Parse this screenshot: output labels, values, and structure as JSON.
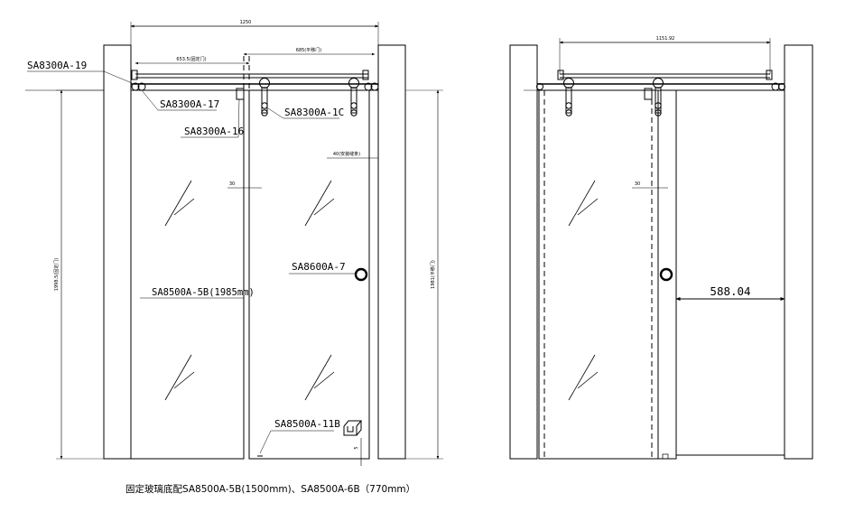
{
  "left_view": {
    "dim_overall": "1250",
    "dim_fixed": "653.5(固定门)",
    "dim_sliding": "685(平移门)",
    "dim_install_gap": "40(安装缝条)",
    "dim_overlap": "30",
    "dim_height_left": "1998.5(固定门)",
    "dim_height_right": "1981(平移门)",
    "dim_bottom_gap": "5",
    "parts": {
      "rail_end": "SA8300A-19",
      "roller_fixed": "SA8300A-17",
      "stopper": "SA8300A-16",
      "roller_slide": "SA8300A-1C",
      "handle": "SA8600A-7",
      "glass_fixed": "SA8500A-5B(1985mm)",
      "floor_guide": "SA8500A-11B"
    },
    "caption": "固定玻璃底配SA8500A-5B(1500mm)、SA8500A-6B（770mm）"
  },
  "right_view": {
    "dim_overall": "1151.92",
    "dim_overlap": "30",
    "dim_opening": "588.04"
  }
}
